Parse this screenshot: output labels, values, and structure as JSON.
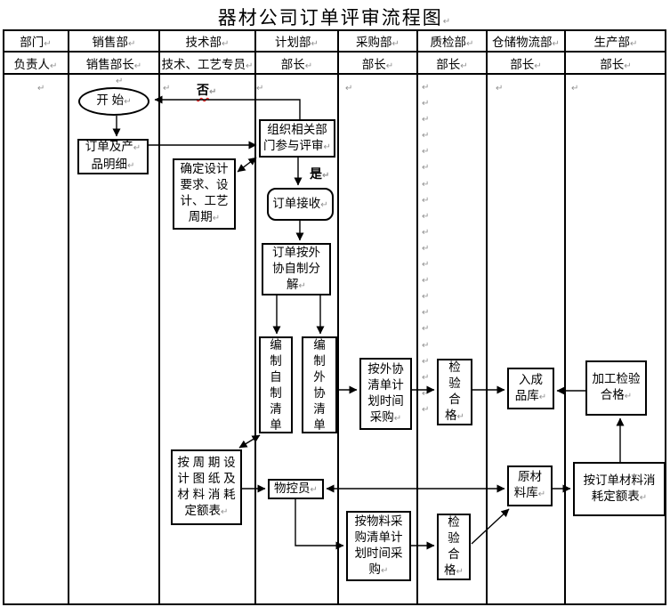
{
  "title": "器材公司订单评审流程图↵",
  "colors": {
    "line": "#000000",
    "pilcrow": "#909090",
    "spellcheck_underline": "#ff2a2a"
  },
  "table": {
    "departments": [
      "部门↵",
      "销售部↵",
      "技术部↵",
      "计划部↵",
      "采购部↵",
      "质检部↵",
      "仓储物流部↵",
      "生产部↵"
    ],
    "owners": [
      "负责人↵",
      "销售部长↵",
      "技术、工艺专员↵",
      "部长↵",
      "部长↵",
      "部长↵",
      "部长↵",
      "部长↵"
    ]
  },
  "flowchart": {
    "decision": {
      "no": "否↵",
      "yes": "是↵"
    },
    "nodes": {
      "start": "开  始↵",
      "order_details": "订单及产↵\n品明细↵",
      "design": "确定设计\n要求、设\n计、工艺\n周期↵",
      "review": "组织相关部\n门参与评审↵",
      "order_accept": "订单接收↵",
      "decompose": "订单按外\n协自制分\n解↵",
      "list_self": "编\n制\n自\n制\n清\n单",
      "list_out": "编\n制\n外\n协\n清\n单",
      "purchase_out": "按外协\n清单计\n划时间\n采购↵",
      "inspect1": "检\n验\n合\n格↵",
      "finished_store": "入成\n品库↵",
      "process_inspect": "加工检验\n合格↵",
      "cycle_design": "按 周 期 设\n计 图 纸 及\n材 料 消 耗\n定额表↵",
      "material_control": "物控员↵",
      "purchase_material": "按物料采\n购清单计\n划时间采\n购↵",
      "inspect2": "检\n验\n合\n格↵",
      "raw_store": "原材\n料库↵",
      "order_quota": "按订单材料消\n耗定额表↵"
    },
    "pilcrow": "↵",
    "pilcrow_column": "↵\n↵\n↵\n↵\n↵\n↵\n↵\n↵\n↵\n↵\n↵\n↵\n↵\n↵\n↵\n↵\n↵\n↵\n↵\n↵\n↵"
  }
}
